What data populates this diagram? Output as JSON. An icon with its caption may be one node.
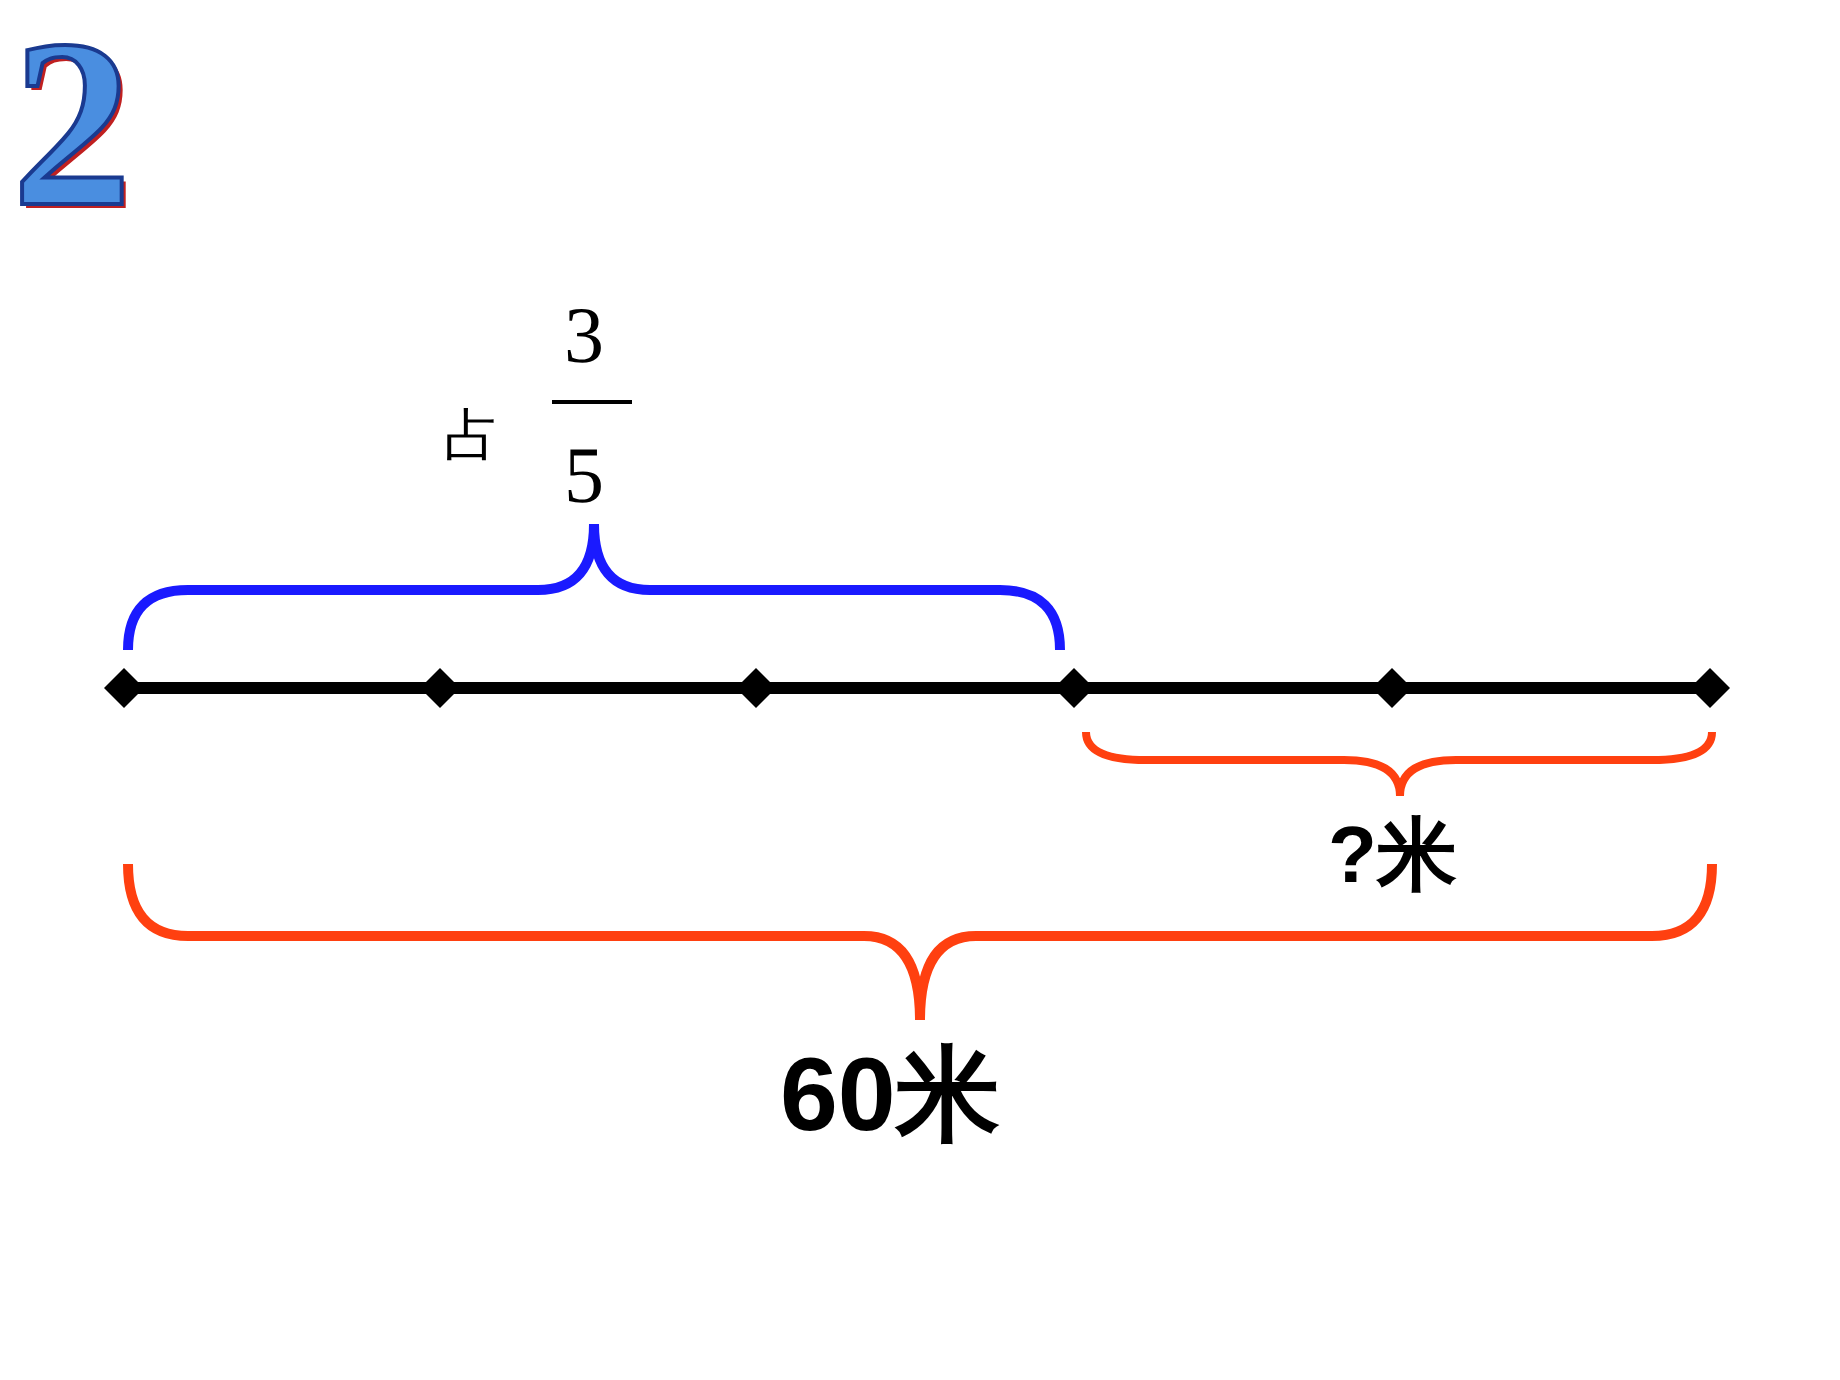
{
  "diagram": {
    "title": "2",
    "labels": [
      "占",
      "3",
      "5",
      "?米",
      "60米"
    ]
  }
}
